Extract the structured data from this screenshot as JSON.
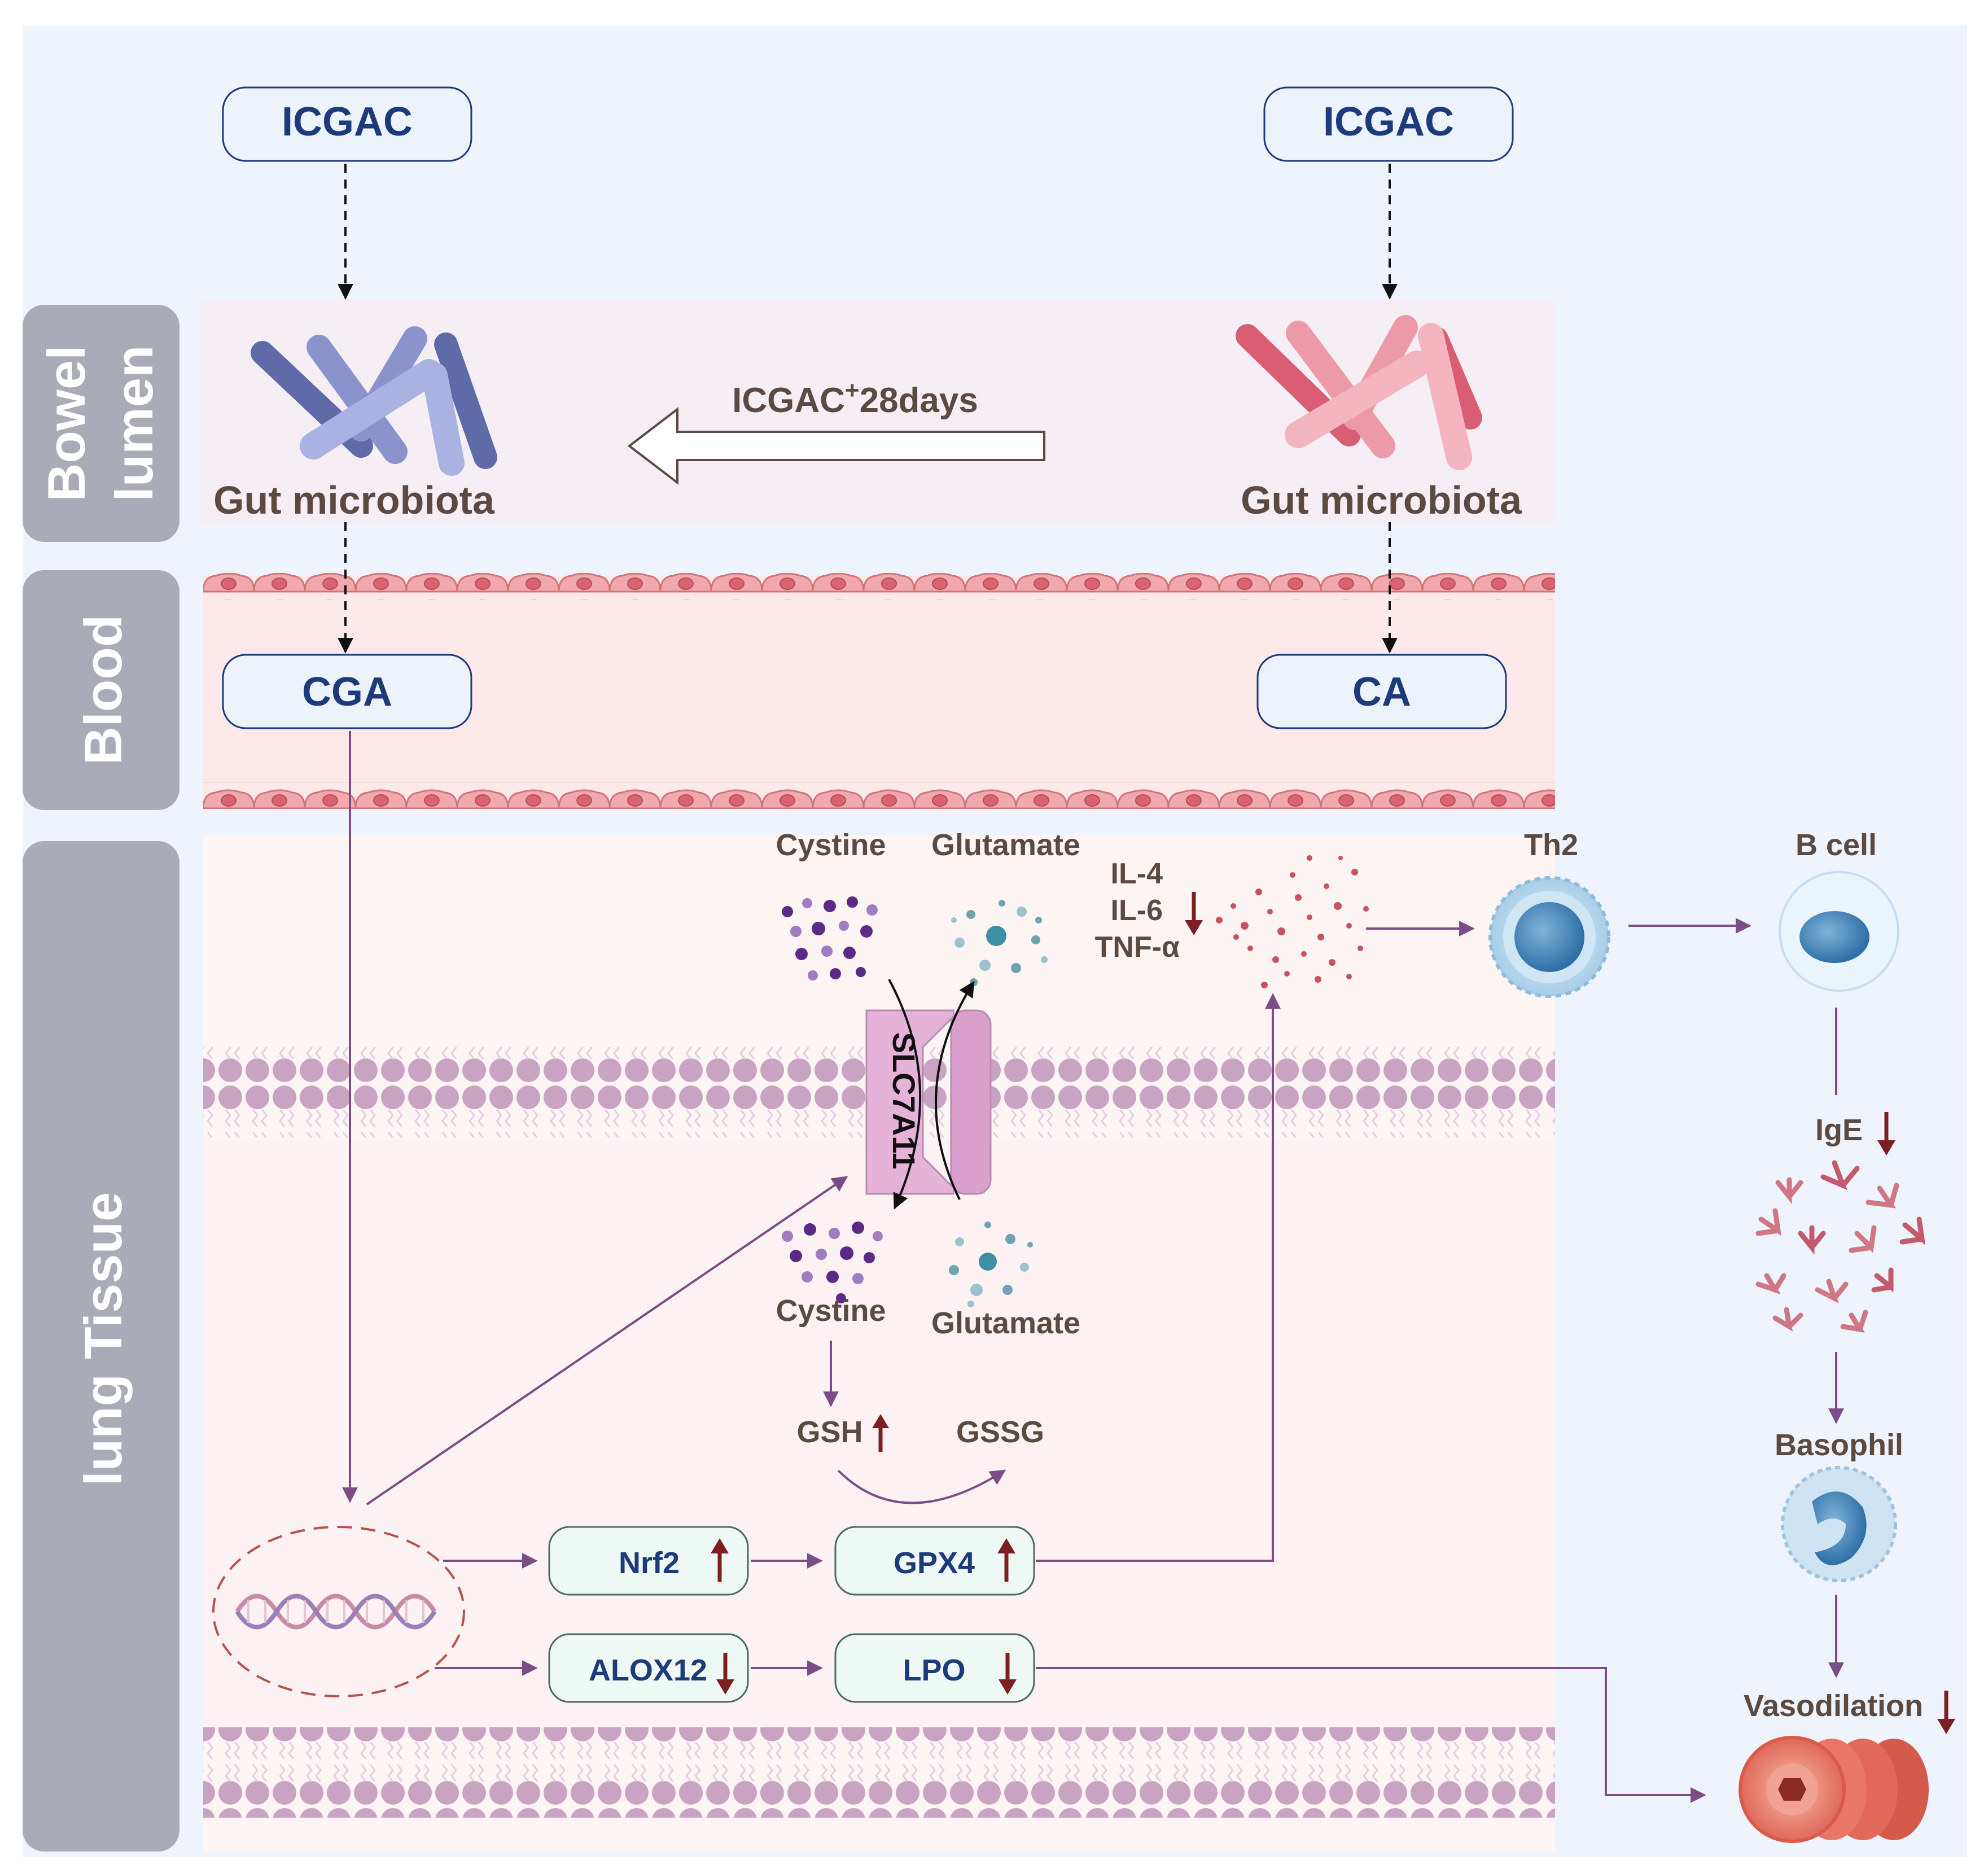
{
  "sections": {
    "bowel_line1": "Bowel",
    "bowel_line2": "lumen",
    "blood": "Blood",
    "lung": "lung Tissue"
  },
  "bowel": {
    "icgac_left": "ICGAC",
    "icgac_right": "ICGAC",
    "microbiota_left": "Gut microbiota",
    "microbiota_right": "Gut microbiota",
    "treatment_main": "ICGAC",
    "treatment_sup": "+",
    "treatment_days": "28days"
  },
  "blood": {
    "cga": "CGA",
    "ca": "CA"
  },
  "lung": {
    "cystine_top": "Cystine",
    "glutamate_top": "Glutamate",
    "cystine_bottom": "Cystine",
    "glutamate_bottom": "Glutamate",
    "transporter": "SLC7A11",
    "il4": "IL-4",
    "il6": "IL-6",
    "tnfa": "TNF-α",
    "gsh": "GSH",
    "gssg": "GSSG",
    "nrf2": "Nrf2",
    "gpx4": "GPX4",
    "alox12": "ALOX12",
    "lpo": "LPO"
  },
  "immune": {
    "th2": "Th2",
    "bcell": "B cell",
    "ige": "IgE",
    "basophil": "Basophil",
    "vasodilation": "Vasodilation"
  },
  "colors": {
    "navy": "#1d3a7a",
    "label_gray": "#5a4a42",
    "up_down_arrow": "#7d1f22",
    "flow_arrow": "#7a4d86",
    "section_tab": "#a9abb6"
  }
}
